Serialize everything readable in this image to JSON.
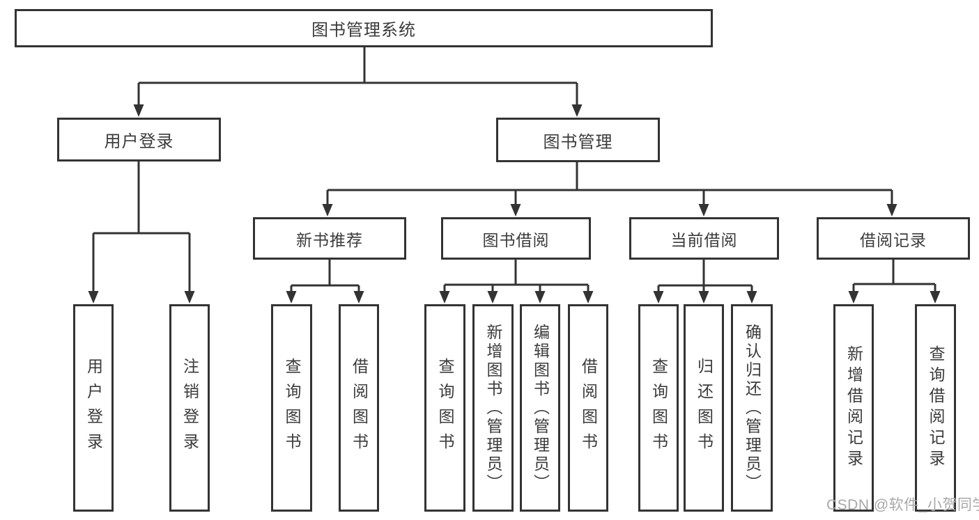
{
  "diagram": {
    "root": {
      "label": "图书管理系统"
    },
    "level1": {
      "user_login": {
        "label": "用户登录"
      },
      "book_management": {
        "label": "图书管理"
      }
    },
    "level2": {
      "new_book_recommend": {
        "label": "新书推荐"
      },
      "book_borrow": {
        "label": "图书借阅"
      },
      "current_borrow": {
        "label": "当前借阅"
      },
      "borrow_records": {
        "label": "借阅记录"
      }
    },
    "leaves": {
      "user_login": {
        "label": "用户登录"
      },
      "logout": {
        "label": "注销登录"
      },
      "recommend_query_books": {
        "label": "查询图书"
      },
      "recommend_borrow_books": {
        "label": "借阅图书"
      },
      "borrow_query_books": {
        "label": "查询图书"
      },
      "borrow_add_books_admin": {
        "label": "新增图书（管理员）"
      },
      "borrow_edit_books_admin": {
        "label": "编辑图书（管理员）"
      },
      "borrow_borrow_books": {
        "label": "借阅图书"
      },
      "current_query_books": {
        "label": "查询图书"
      },
      "current_return_books": {
        "label": "归还图书"
      },
      "current_confirm_return_admin": {
        "label": "确认归还（管理员）"
      },
      "records_add_record": {
        "label": "新增借阅记录"
      },
      "records_query_record": {
        "label": "查询借阅记录"
      }
    }
  },
  "watermark": {
    "text": "CSDN @软件_小贺同学"
  },
  "colors": {
    "line": "#333333",
    "text": "#3b3b3b",
    "watermark": "#a8a8a8",
    "background": "#ffffff"
  }
}
